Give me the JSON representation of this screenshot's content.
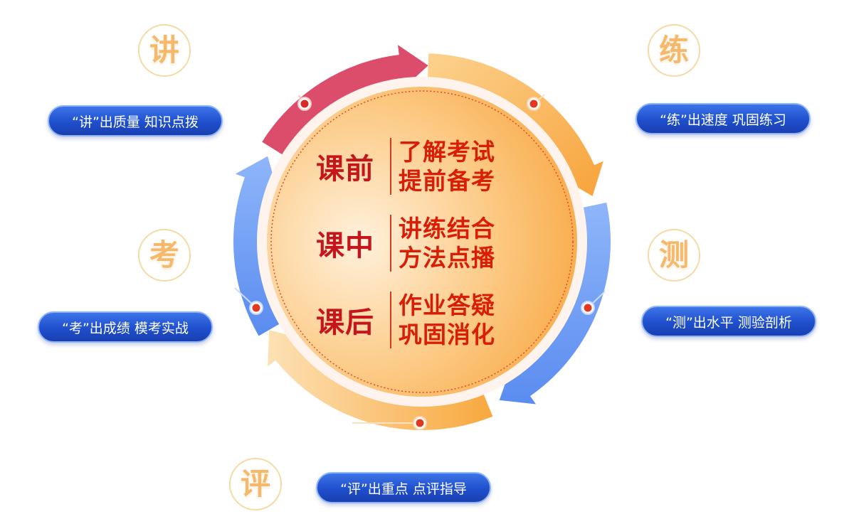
{
  "stages": [
    {
      "title": "课前",
      "lines": [
        "了解考试",
        "提前备考"
      ]
    },
    {
      "title": "课中",
      "lines": [
        "讲练结合",
        "方法点播"
      ]
    },
    {
      "title": "课后",
      "lines": [
        "作业答疑",
        "巩固消化"
      ]
    }
  ],
  "steps": [
    {
      "glyph": "讲",
      "label": "“讲”出质量  知识点拨"
    },
    {
      "glyph": "练",
      "label": "“练”出速度 巩固练习"
    },
    {
      "glyph": "测",
      "label": "“测”出水平 测验剖析"
    },
    {
      "glyph": "评",
      "label": "“评”出重点  点评指导"
    },
    {
      "glyph": "考",
      "label": "“考”出成绩  模考实战"
    }
  ],
  "colors": {
    "red_arc": "#dc4d6b",
    "orange_arc": "#f8a83e",
    "blue_arc": "#6c9df3",
    "pill_blue": "#1f4fcd",
    "stage_red": "#d81e06",
    "glyph_orange": "#f6b86a"
  }
}
